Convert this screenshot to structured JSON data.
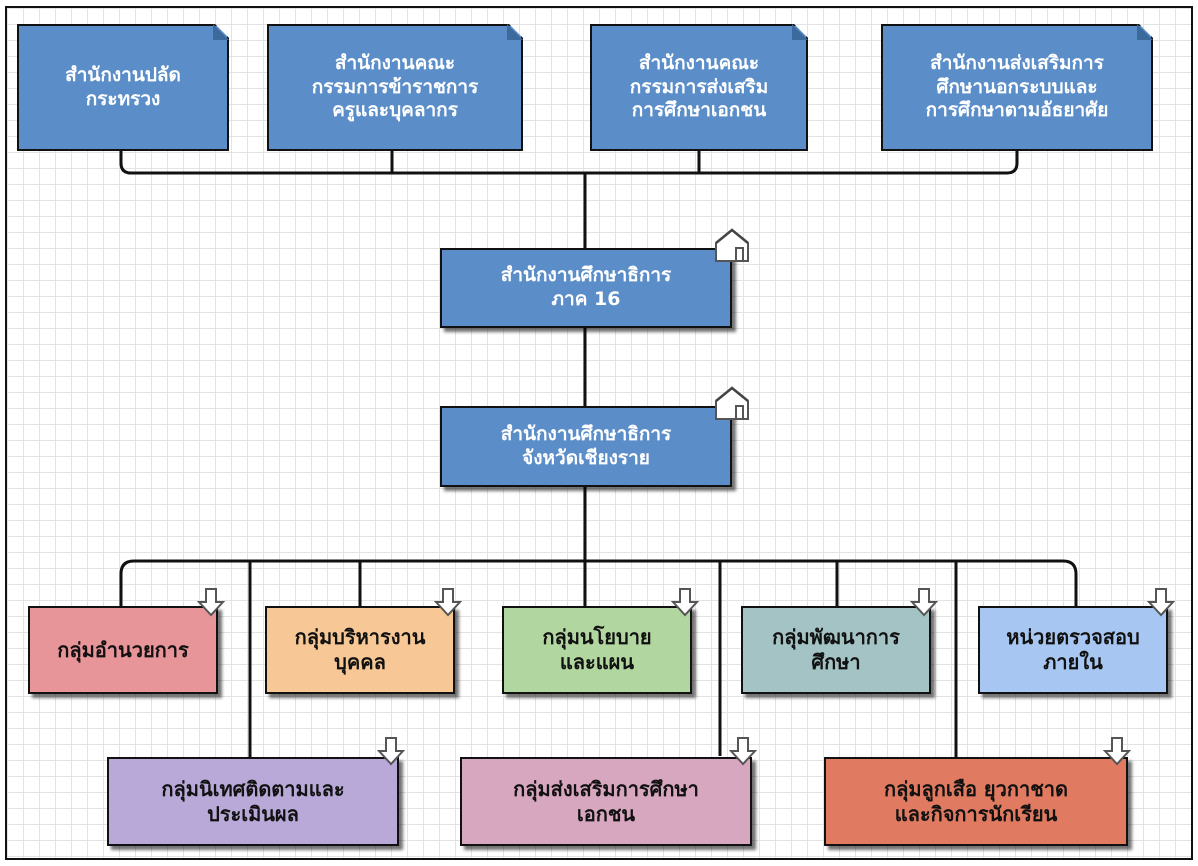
{
  "top_offices": [
    {
      "label": "สำนักงานปลัด\nกระทรวง"
    },
    {
      "label": "สำนักงานคณะ\nกรรมการข้าราชการ\nครูและบุคลากร"
    },
    {
      "label": "สำนักงานคณะ\nกรรมการส่งเสริม\nการศึกษาเอกชน"
    },
    {
      "label": "สำนักงานส่งเสริมการ\nศึกษานอกระบบและ\nการศึกษาตามอัธยาศัย"
    }
  ],
  "regional_office": {
    "label": "สำนักงานศึกษาธิการ\nภาค 16"
  },
  "provincial_office": {
    "label": "สำนักงานศึกษาธิการ\nจังหวัดเชียงราย"
  },
  "groups_row1": [
    {
      "label": "กลุ่มอำนวยการ",
      "color": "#e8959a"
    },
    {
      "label": "กลุ่มบริหารงาน\nบุคคล",
      "color": "#f7c896"
    },
    {
      "label": "กลุ่มนโยบาย\nและแผน",
      "color": "#b2d6a0"
    },
    {
      "label": "กลุ่มพัฒนาการ\nศึกษา",
      "color": "#a4c3c4"
    },
    {
      "label": "หน่วยตรวจสอบ\nภายใน",
      "color": "#a8c6f2"
    }
  ],
  "groups_row2": [
    {
      "label": "กลุ่มนิเทศติดตามและ\nประเมินผล",
      "color": "#b9a9d8"
    },
    {
      "label": "กลุ่มส่งเสริมการศึกษา\nเอกชน",
      "color": "#d7a6bf"
    },
    {
      "label": "กลุ่มลูกเสือ ยุวกาชาด\nและกิจการนักเรียน",
      "color": "#e07a60"
    }
  ],
  "colors": {
    "office_fill": "#5b8ec8",
    "office_text": "#ffffff",
    "line": "#111111"
  },
  "icons": {
    "office_marker": "house-icon",
    "group_marker": "down-arrow-icon"
  }
}
